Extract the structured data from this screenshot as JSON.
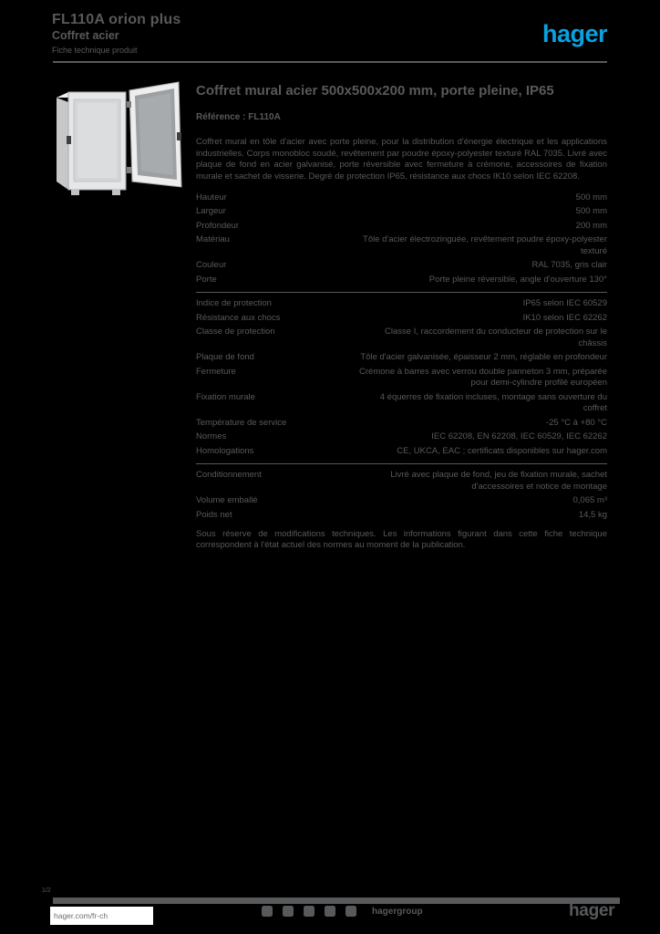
{
  "colors": {
    "background": "#000000",
    "ink": "#58595B",
    "brand_blue": "#0AA1DF"
  },
  "header": {
    "reference_line": "FL110A orion plus",
    "subtitle": "Coffret acier",
    "doc_type": "Fiche technique produit",
    "logo_text": "hager"
  },
  "product": {
    "title": "Coffret mural acier 500x500x200 mm, porte pleine, IP65",
    "reference_label": "Référence : FL110A"
  },
  "description": "Coffret mural en tôle d'acier avec porte pleine, pour la distribution d'énergie électrique et les applications industrielles. Corps monobloc soudé, revêtement par poudre époxy-polyester texturé RAL 7035. Livré avec plaque de fond en acier galvanisé, porte réversible avec fermeture à crémone, accessoires de fixation murale et sachet de visserie. Degré de protection IP65, résistance aux chocs IK10 selon IEC 62208.",
  "specs": {
    "rows": [
      {
        "label": "Hauteur",
        "value": "500 mm"
      },
      {
        "label": "Largeur",
        "value": "500 mm"
      },
      {
        "label": "Profondeur",
        "value": "200 mm"
      },
      {
        "label": "Matériau",
        "value": "Tôle d'acier électrozinguée, revêtement poudre époxy-polyester texturé"
      },
      {
        "label": "Couleur",
        "value": "RAL 7035, gris clair"
      },
      {
        "label": "Porte",
        "value": "Porte pleine réversible, angle d'ouverture 130°"
      },
      {
        "divider": true
      },
      {
        "label": "Indice de protection",
        "value": "IP65 selon IEC 60529"
      },
      {
        "label": "Résistance aux chocs",
        "value": "IK10 selon IEC 62262"
      },
      {
        "label": "Classe de protection",
        "value": "Classe I, raccordement du conducteur de protection sur le châssis"
      },
      {
        "label": "Plaque de fond",
        "value": "Tôle d'acier galvanisée, épaisseur 2 mm, réglable en profondeur"
      },
      {
        "label": "Fermeture",
        "value": "Crémone à barres avec verrou double panneton 3 mm, préparée pour demi-cylindre profilé européen"
      },
      {
        "label": "Fixation murale",
        "value": "4 équerres de fixation incluses, montage sans ouverture du coffret"
      },
      {
        "label": "Température de service",
        "value": "-25 °C à +80 °C"
      },
      {
        "label": "Normes",
        "value": "IEC 62208, EN 62208, IEC 60529, IEC 62262"
      },
      {
        "label": "Homologations",
        "value": "CE, UKCA, EAC ; certificats disponibles sur hager.com"
      },
      {
        "divider": true
      },
      {
        "label": "Conditionnement",
        "value": "Livré avec plaque de fond, jeu de fixation murale, sachet d'accessoires et notice de montage"
      },
      {
        "label": "Volume emballé",
        "value": "0,065 m³"
      },
      {
        "label": "Poids net",
        "value": "14,5 kg"
      }
    ],
    "endnote": "Sous réserve de modifications techniques. Les informations figurant dans cette fiche technique correspondent à l'état actuel des normes au moment de la publication."
  },
  "footer": {
    "page_indicator": "1/2",
    "website": "hager.com/fr-ch",
    "social_handle": "hagergroup",
    "brand_wordmark": "hager"
  }
}
